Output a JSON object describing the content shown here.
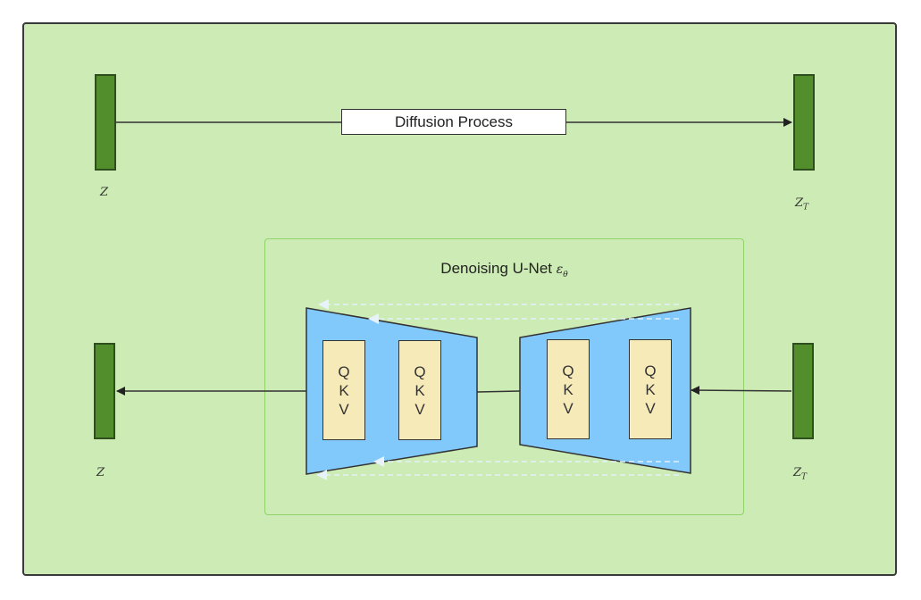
{
  "process": {
    "label": "Diffusion Process"
  },
  "top_row": {
    "z_left": "Z",
    "z_right": "Z",
    "z_right_sub": "T"
  },
  "bottom_row": {
    "z_left": "Z",
    "z_right": "Z",
    "z_right_sub": "T"
  },
  "unet": {
    "title": "Denoising U-Net",
    "symbol": "ε",
    "symbol_sub": "θ",
    "blocks": [
      {
        "q": "Q",
        "k": "K",
        "v": "V"
      },
      {
        "q": "Q",
        "k": "K",
        "v": "V"
      },
      {
        "q": "Q",
        "k": "K",
        "v": "V"
      },
      {
        "q": "Q",
        "k": "K",
        "v": "V"
      }
    ]
  },
  "colors": {
    "background": "#cdebb4",
    "latent_bar": "#528f2c",
    "unet_trapezoid": "#81c8fb",
    "qkv_block": "#f6eab8",
    "unet_frame": "#8fd36a"
  }
}
